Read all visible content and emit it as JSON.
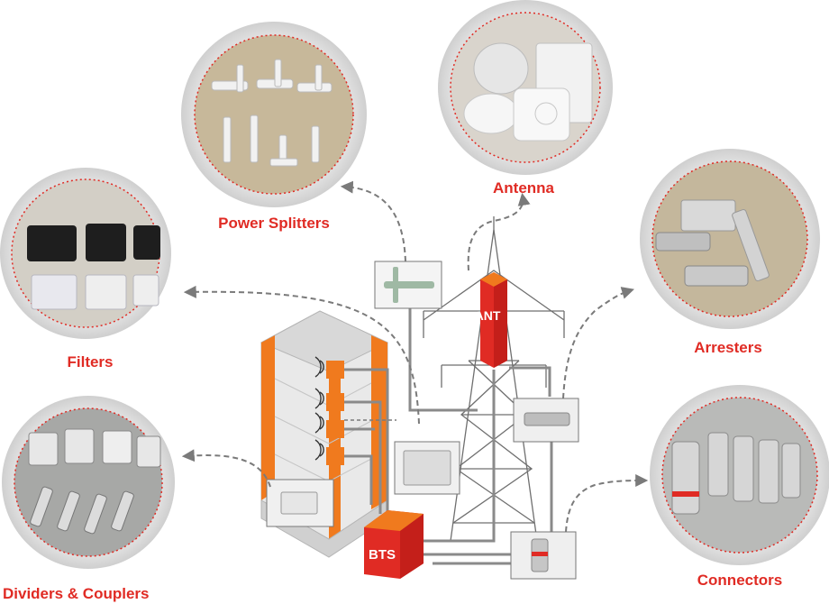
{
  "categories": {
    "power_splitters": {
      "label": "Power Splitters"
    },
    "antenna": {
      "label": "Antenna"
    },
    "filters": {
      "label": "Filters"
    },
    "arresters": {
      "label": "Arresters"
    },
    "dividers_couplers": {
      "label": "Dividers & Couplers"
    },
    "connectors": {
      "label": "Connectors"
    }
  },
  "nodes": {
    "ant": {
      "label": "ANT"
    },
    "bts": {
      "label": "BTS"
    }
  },
  "colors": {
    "accent_red": "#e02b24",
    "orange": "#f07a1e",
    "circle_ring": "#d9d9d9",
    "dashed_arrow": "#7a7a7a",
    "cable": "#8a8a8a"
  }
}
